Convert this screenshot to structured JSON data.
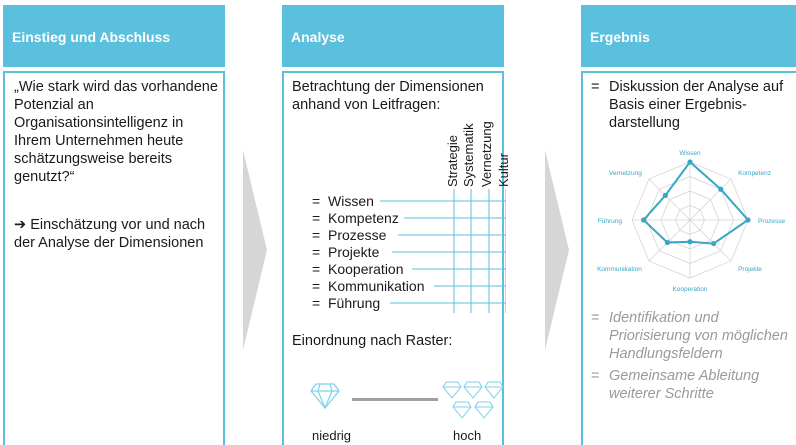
{
  "columns": [
    {
      "title": "Einstieg und Abschluss",
      "quote": "„Wie stark wird das vorhandene Potenzial an Organisationsintelligenz in Ihrem Unternehmen heute schätzungsweise bereits genutzt?“",
      "arrow_text": "Einschätzung vor und nach der Analyse der Dimensionen"
    },
    {
      "title": "Analyse",
      "intro": "Betrachtung der Dimensionen anhand von Leitfragen:",
      "columns_labels": [
        "Strategie",
        "Systematik",
        "Vernetzung",
        "Kultur"
      ],
      "dimensions": [
        "Wissen",
        "Kompetenz",
        "Prozesse",
        "Projekte",
        "Kooperation",
        "Kommunikation",
        "Führung"
      ],
      "raster_title": "Einordnung nach Raster:",
      "low_label": "niedrig",
      "high_label": "hoch"
    },
    {
      "title": "Ergebnis",
      "bullet1": "Diskussion der Analyse auf Basis einer Ergebnis-darstellung",
      "radar_axes": [
        "Wissen",
        "Kompetenz",
        "Prozesse",
        "Projekte",
        "Kooperation",
        "Kommunikation",
        "Führung",
        "Vernetzung"
      ],
      "radar_values": [
        4,
        3,
        4,
        2.3,
        1.5,
        2.2,
        3.2,
        2.4
      ],
      "radar_max": 4,
      "bullet2": "Identifikation und Priorisierung von möglichen Handlungsfeldern",
      "bullet3": "Gemeinsame Ableitung weiterer Schritte"
    }
  ],
  "colors": {
    "accent": "#5bc0de",
    "radar_line": "#3aa6c4",
    "arrow": "#d6d6d6",
    "diamond": "#7fd0ea",
    "italic_gray": "#9a9a9a"
  }
}
